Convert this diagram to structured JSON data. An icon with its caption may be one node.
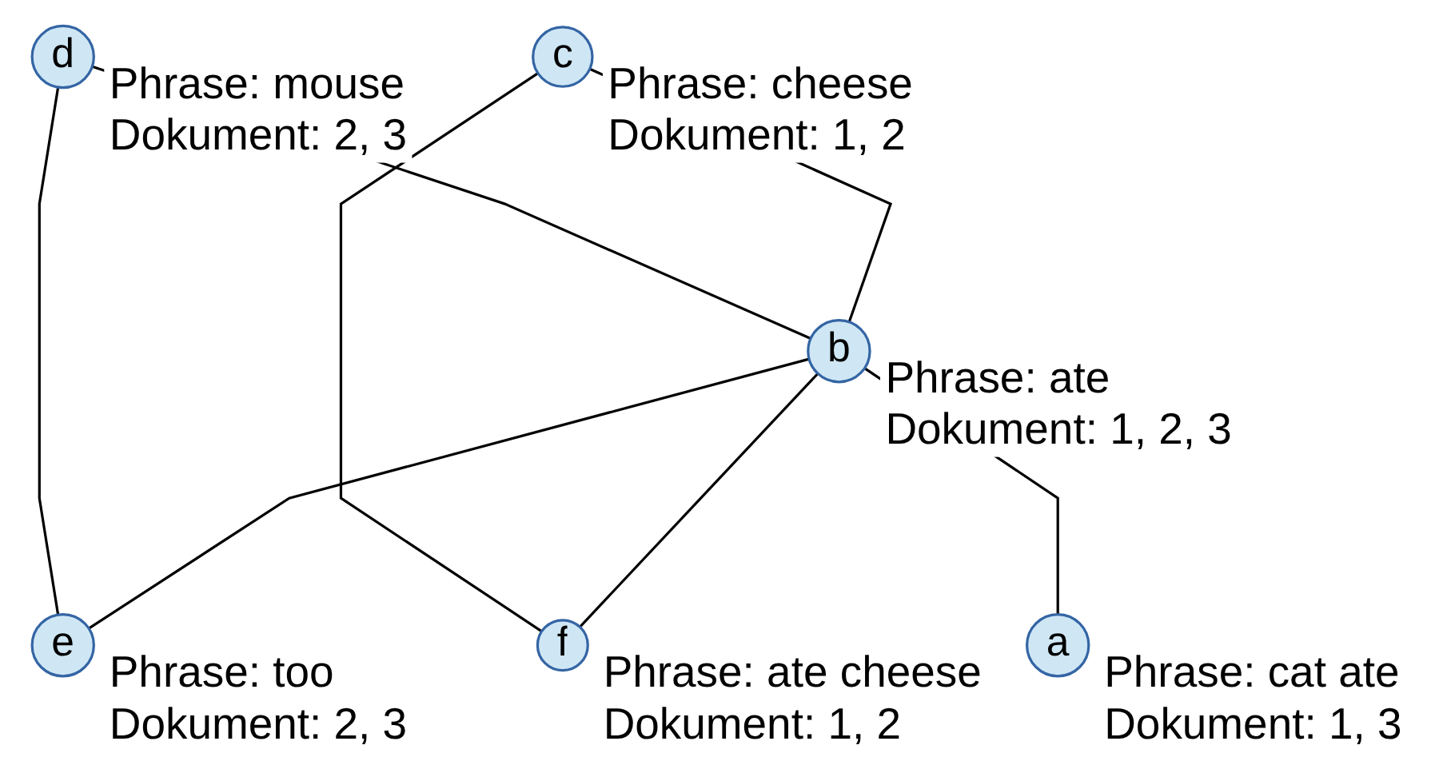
{
  "diagram": {
    "nodes": [
      {
        "text": [
          "d"
        ],
        "beside": [
          "Phrase: mouse",
          "Dokument: 2, 3"
        ]
      },
      {
        "text": [
          "c"
        ],
        "beside": [
          "Phrase: cheese",
          "Dokument: 1, 2"
        ]
      },
      {
        "text": [
          "b"
        ],
        "beside": [
          "Phrase: ate",
          "Dokument: 1, 2, 3"
        ]
      },
      {
        "text": [
          "e"
        ],
        "beside": [
          "Phrase: too",
          "Dokument: 2, 3"
        ]
      },
      {
        "text": [
          "f"
        ],
        "beside": [
          "Phrase: ate cheese",
          "Dokument: 1, 2"
        ]
      },
      {
        "text": [
          "a"
        ],
        "beside": [
          "Phrase: cat ate",
          "Dokument: 1, 3"
        ]
      }
    ],
    "edges": [
      {
        "from": 0,
        "to": 2,
        "arrow": "none"
      },
      {
        "from": 0,
        "to": 3,
        "arrow": "none"
      },
      {
        "from": 1,
        "to": 2,
        "arrow": "none"
      },
      {
        "from": 1,
        "to": 4,
        "arrow": "none"
      },
      {
        "from": 2,
        "to": 3,
        "arrow": "none"
      },
      {
        "from": 2,
        "to": 4,
        "arrow": "none"
      },
      {
        "from": 2,
        "to": 5,
        "arrow": "none"
      }
    ]
  }
}
